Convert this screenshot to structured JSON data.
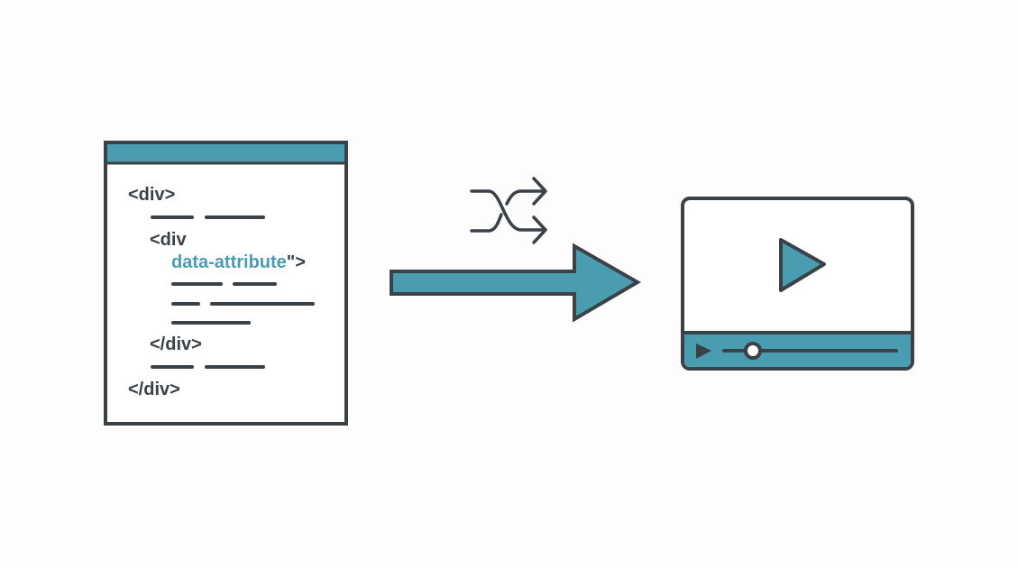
{
  "colors": {
    "dark": "#3a4248",
    "teal": "#4a9db0",
    "background": "#fdfdfd"
  },
  "code_window": {
    "line1": "<div>",
    "line2": "<div",
    "attr": "data-attribute",
    "attr_close": "\">",
    "line3": "</div>",
    "line4": "</div>"
  },
  "icons": [
    "code-window-icon",
    "arrow-right-icon",
    "shuffle-icon",
    "video-player-icon",
    "play-icon"
  ]
}
